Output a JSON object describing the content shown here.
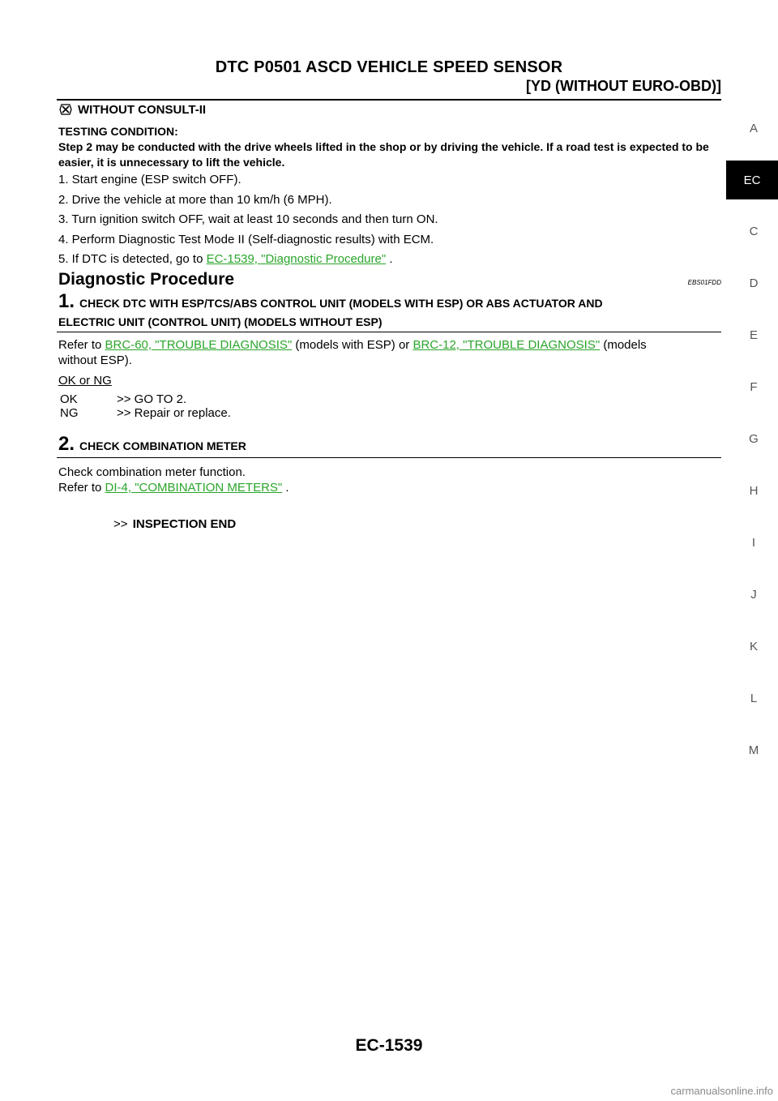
{
  "header": {
    "title": "DTC P0501 ASCD VEHICLE SPEED SENSOR",
    "subtitle": "[YD (WITHOUT EURO-OBD)]"
  },
  "sidebar": {
    "letters": [
      "A",
      "EC",
      "C",
      "D",
      "E",
      "F",
      "G",
      "H",
      "I",
      "J",
      "K",
      "L",
      "M"
    ],
    "active": "EC"
  },
  "without_consult": {
    "title": "WITHOUT CONSULT-II",
    "icon": "consult-cross-icon",
    "testing_label": "TESTING CONDITION:",
    "testing_text": "Step 2 may be conducted with the drive wheels lifted in the shop or by driving the vehicle. If a road test is expected to be easier, it is unnecessary to lift the vehicle.",
    "steps": [
      "1.  Start engine (ESP switch OFF).",
      "2.  Drive the vehicle at more than 10 km/h (6 MPH).",
      "3.  Turn ignition switch OFF, wait at least 10 seconds and then turn ON.",
      "4.  Perform Diagnostic Test Mode II (Self-diagnostic results) with ECM."
    ],
    "step5_prefix": "5.  If DTC is detected, go to ",
    "step5_link": "EC-1539, \"Diagnostic Procedure\"",
    "step5_suffix": " ."
  },
  "diagnostic": {
    "title": "Diagnostic Procedure",
    "code": "EBS01FDD",
    "step1": {
      "num": "1.",
      "title_line1": "CHECK DTC WITH ESP/TCS/ABS CONTROL UNIT (MODELS WITH ESP) OR ABS ACTUATOR AND",
      "title_line2": "ELECTRIC UNIT (CONTROL UNIT) (MODELS WITHOUT ESP)",
      "refer_prefix": "Refer to ",
      "link1": "BRC-60, \"TROUBLE DIAGNOSIS\"",
      "middle": "  (models with ESP) or ",
      "link2": "BRC-12, \"TROUBLE DIAGNOSIS\"",
      "suffix": " (models",
      "line2": "without ESP).",
      "okng": "OK or NG",
      "ok_key": "OK",
      "ok_val": ">> GO TO 2.",
      "ng_key": "NG",
      "ng_val": ">> Repair or replace."
    },
    "step2": {
      "num": "2.",
      "title": "CHECK COMBINATION METER",
      "line1": "Check combination meter function.",
      "refer_prefix": "Refer to ",
      "link": "DI-4, \"COMBINATION METERS\"",
      "suffix": " .",
      "end_arrow": ">>",
      "end_text": "INSPECTION END"
    }
  },
  "footer": {
    "page": "EC-1539",
    "watermark": "carmanualsonline.info"
  }
}
